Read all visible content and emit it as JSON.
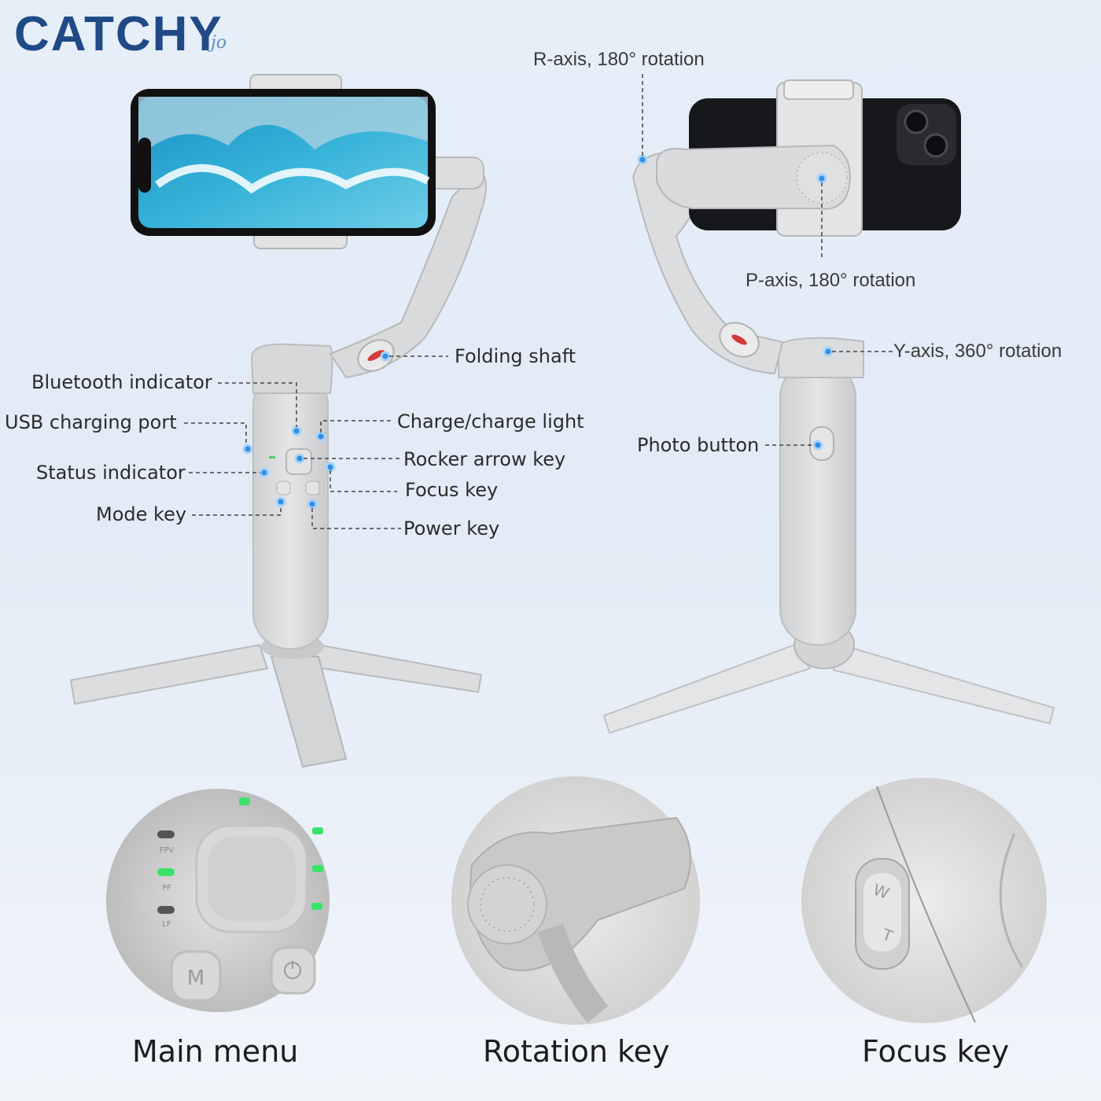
{
  "brand": {
    "name": "CATCHY",
    "sub": "jo"
  },
  "callouts": {
    "r_axis": "R-axis, 180° rotation",
    "p_axis": "P-axis, 180° rotation",
    "y_axis": "Y-axis, 360°   rotation",
    "folding_shaft": "Folding shaft",
    "bluetooth_indicator": "Bluetooth indicator",
    "usb_port": "USB charging port",
    "charge_light": "Charge/charge light",
    "rocker_key": "Rocker arrow key",
    "status_indicator": "Status indicator",
    "focus_key": "Focus key",
    "mode_key": "Mode key",
    "power_key": "Power key",
    "photo_button": "Photo button"
  },
  "captions": {
    "main_menu": "Main menu",
    "rotation_key": "Rotation key",
    "focus_key": "Focus key"
  },
  "closeup": {
    "mode_letter": "M",
    "led_labels": [
      "FPV",
      "PF",
      "LF"
    ],
    "switch_letters": [
      "W",
      "T"
    ]
  },
  "colors": {
    "brand": "#1f4a86",
    "gimbal_body": "#d9dadb",
    "marker_blue": "#2f8fe6",
    "led_green": "#39e26a"
  }
}
